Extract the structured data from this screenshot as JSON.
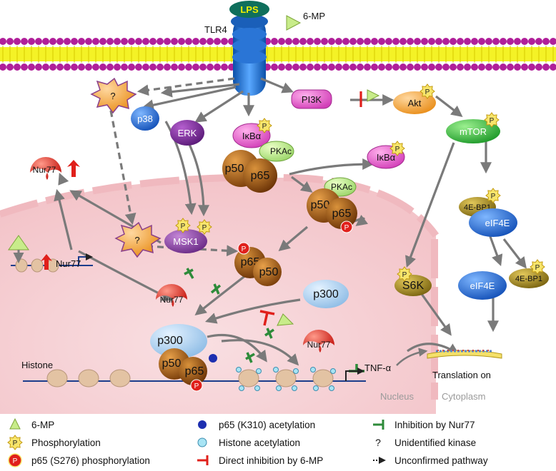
{
  "ligand": "LPS",
  "receptor": "TLR4",
  "drug": "6-MP",
  "unknown_kinase_symbol": "?",
  "phospho_symbol": "P",
  "red_phospho_symbol": "P",
  "nodes": {
    "p38": "p38",
    "erk": "ERK",
    "pi3k": "PI3K",
    "akt": "Akt",
    "mtor": "mTOR",
    "ikba": "IκBα",
    "pkac": "PKAc",
    "p50": "p50",
    "p65": "p65",
    "msk1": "MSK1",
    "nur77": "Nur77",
    "p300": "p300",
    "four_ebp1": "4E-BP1",
    "eif4e": "eIF4E",
    "s6k": "S6K",
    "tnf": "TNF-α",
    "histone": "Histone"
  },
  "regions": {
    "nucleus": "Nucleus",
    "cytoplasm": "Cytoplasm",
    "translation": "Translation on"
  },
  "legend": [
    {
      "icon": "triangle-icon",
      "text": "6-MP"
    },
    {
      "icon": "phospho-icon",
      "text": "Phosphorylation"
    },
    {
      "icon": "red-phospho-icon",
      "text": "p65 (S276) phosphorylation"
    },
    {
      "icon": "blue-dot-icon",
      "text": "p65 (K310) acetylation"
    },
    {
      "icon": "cyan-dot-icon",
      "text": "Histone acetylation"
    },
    {
      "icon": "red-inhibit-icon",
      "text": "Direct inhibition by 6-MP"
    },
    {
      "icon": "green-inhibit-icon",
      "text": "Inhibition by Nur77"
    },
    {
      "icon": "question-icon",
      "text": "Unidentified kinase"
    },
    {
      "icon": "dashed-arrow-icon",
      "text": "Unconfirmed pathway"
    }
  ],
  "colors": {
    "membrane_head": "#b0209a",
    "membrane_tail": "#f2f000",
    "nucleus": "#f7d5d8",
    "arrow": "#7a7a7a",
    "green_inhibit": "#2e8b3a",
    "red_inhibit": "#e0201b",
    "drug_fill": "#c8ec8a"
  }
}
